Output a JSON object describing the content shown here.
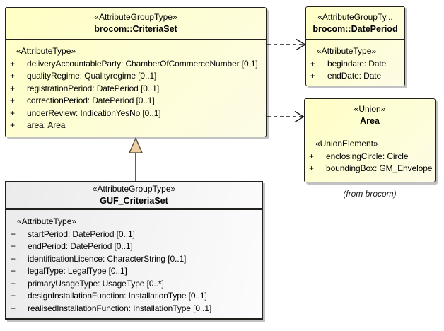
{
  "colors": {
    "class_fill_start": "#FFFFC5",
    "class_fill_end": "#FDFCE6",
    "focus_fill_start": "#EBEBEB",
    "focus_fill_end": "#FCFCFC",
    "border_color": "#21201C",
    "shadow_color": "#C2C2C2",
    "triangle_fill": "#EDCFA3",
    "connector_color": "#1A1A1A",
    "note_color": "#1A1A1A"
  },
  "boxes": {
    "criteria_set": {
      "stereotype": "«AttributeGroupType»",
      "name": "brocom::CriteriaSet",
      "section": "«AttributeType»",
      "vis": "+",
      "attrs": [
        "deliveryAccountableParty: ChamberOfCommerceNumber [0.1]",
        "qualityRegime: Qualityregime [0..1]",
        "registrationPeriod: DatePeriod [0..1]",
        "correctionPeriod: DatePeriod [0..1]",
        "underReview: IndicationYesNo [0..1]",
        "area: Area"
      ]
    },
    "date_period": {
      "stereotype": "«AttributeGroupTy...",
      "name": "brocom::DatePeriod",
      "section": "«AttributeType»",
      "vis": "+",
      "attrs": [
        "begindate: Date",
        "endDate: Date"
      ]
    },
    "area": {
      "stereotype": "«Union»",
      "name": "Area",
      "section": "«UnionElement»",
      "vis": "+",
      "attrs": [
        "enclosingCircle: Circle",
        "boundingBox: GM_Envelope"
      ]
    },
    "guf_criteria_set": {
      "stereotype": "«AttributeGroupType»",
      "name": "GUF_CriteriaSet",
      "section": "«AttributeType»",
      "vis": "+",
      "attrs": [
        "startPeriod: DatePeriod [0..1]",
        "endPeriod: DatePeriod [0..1]",
        "identificationLicence: CharacterString [0..1]",
        "legalType: LegalType [0..1]",
        "primaryUsageType: UsageType [0..*]",
        "designInstallationFunction: InstallationType [0..1]",
        "realisedInstallationFunction: InstallationType [0..1]"
      ]
    }
  },
  "annotations": {
    "from_note": "(from brocom)"
  },
  "connectors": {
    "dependency_to_dateperiod": "dashed open-arrow dependency",
    "dependency_to_area": "dashed open-arrow dependency",
    "generalization_to_criteriaset": "solid line with hollow triangle"
  }
}
